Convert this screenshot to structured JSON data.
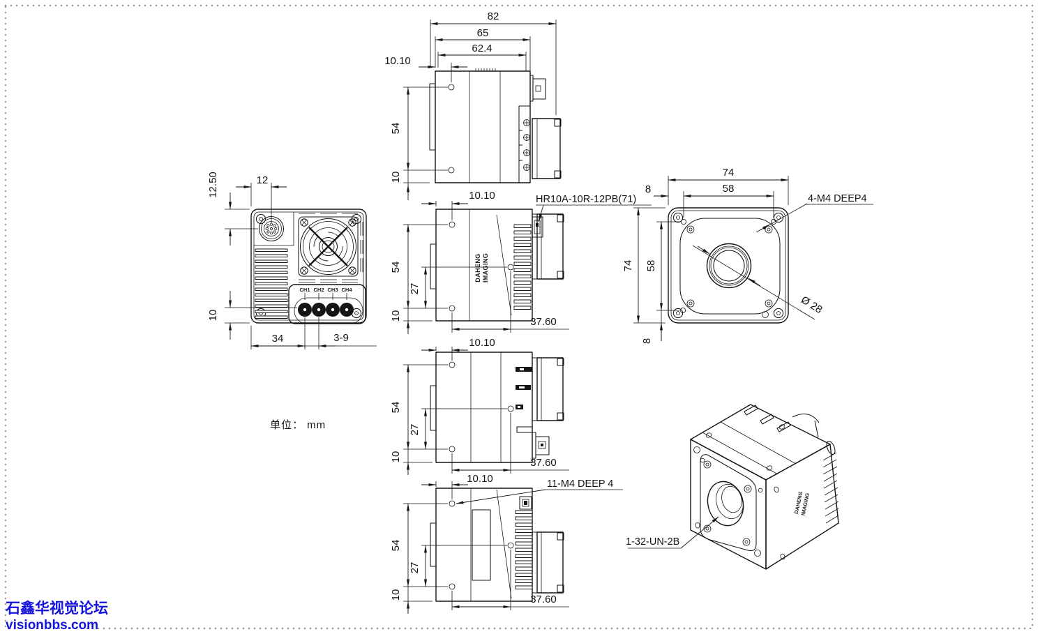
{
  "page": {
    "background": "#ffffff",
    "border_color": "#8f8f8f",
    "line_color": "#151515",
    "units_label": "单位： mm",
    "watermark": {
      "line1": "石鑫华视觉论坛",
      "line2": "visionbbs.com",
      "color": "#1414dd"
    }
  },
  "brand": {
    "line1": "DAHENG",
    "line2": "IMAGING"
  },
  "labels": {
    "connector": "HR10A-10R-12PB(71)",
    "front_mount": "4-M4 DEEP4",
    "side_mount": "11-M4 DEEP 4",
    "lens_thread": "1-32-UN-2B",
    "lens_diameter": "Ø 28"
  },
  "views": {
    "top": {
      "overall": "82",
      "body": "65",
      "inner": "62.4",
      "hole_offset": "10.10",
      "hole_span": "54",
      "edge": "10"
    },
    "rear": {
      "connector_top": "12.50",
      "connector_left": "12",
      "ch_bottom": "10",
      "ch_left": "34",
      "ch_pitch": "3-9",
      "channels": [
        "CH1",
        "CH2",
        "CH3",
        "CH4"
      ]
    },
    "right": {
      "hole_offset": "10.10",
      "hole_span": "54",
      "hole_mid": "27",
      "edge": "10",
      "hole_dist": "37.60"
    },
    "front": {
      "width": "74",
      "width_inner": "58",
      "width_edge": "8",
      "height": "74",
      "height_inner": "58",
      "height_edge": "8"
    },
    "left": {
      "hole_offset": "10.10",
      "hole_span": "54",
      "hole_mid": "27",
      "edge": "10",
      "hole_dist": "37.60"
    },
    "bottom": {
      "hole_offset": "10.10",
      "hole_span": "54",
      "hole_mid": "27",
      "edge": "10",
      "hole_dist": "37.60"
    }
  }
}
